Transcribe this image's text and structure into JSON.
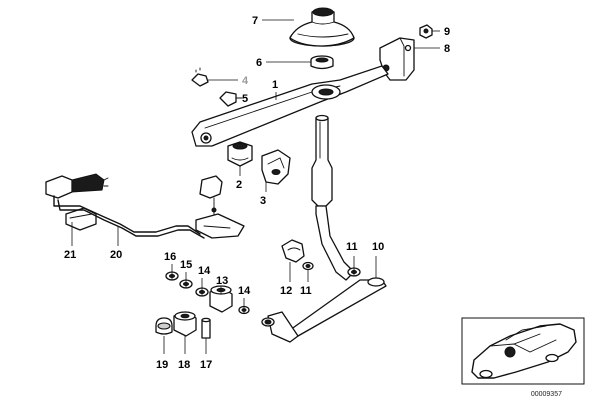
{
  "labels": {
    "p1": "1",
    "p2": "2",
    "p3": "3",
    "p4": "4",
    "p5": "5",
    "p6": "6",
    "p7": "7",
    "p8": "8",
    "p9": "9",
    "p10": "10",
    "p11a": "11",
    "p11b": "11",
    "p12": "12",
    "p13": "13",
    "p14a": "14",
    "p14b": "14",
    "p15": "15",
    "p16": "16",
    "p17": "17",
    "p18": "18",
    "p19": "19",
    "p20": "20",
    "p21": "21"
  },
  "label_colors": {
    "default": "#000000",
    "p4": "#9a9a9a"
  },
  "document_number": "00009357"
}
